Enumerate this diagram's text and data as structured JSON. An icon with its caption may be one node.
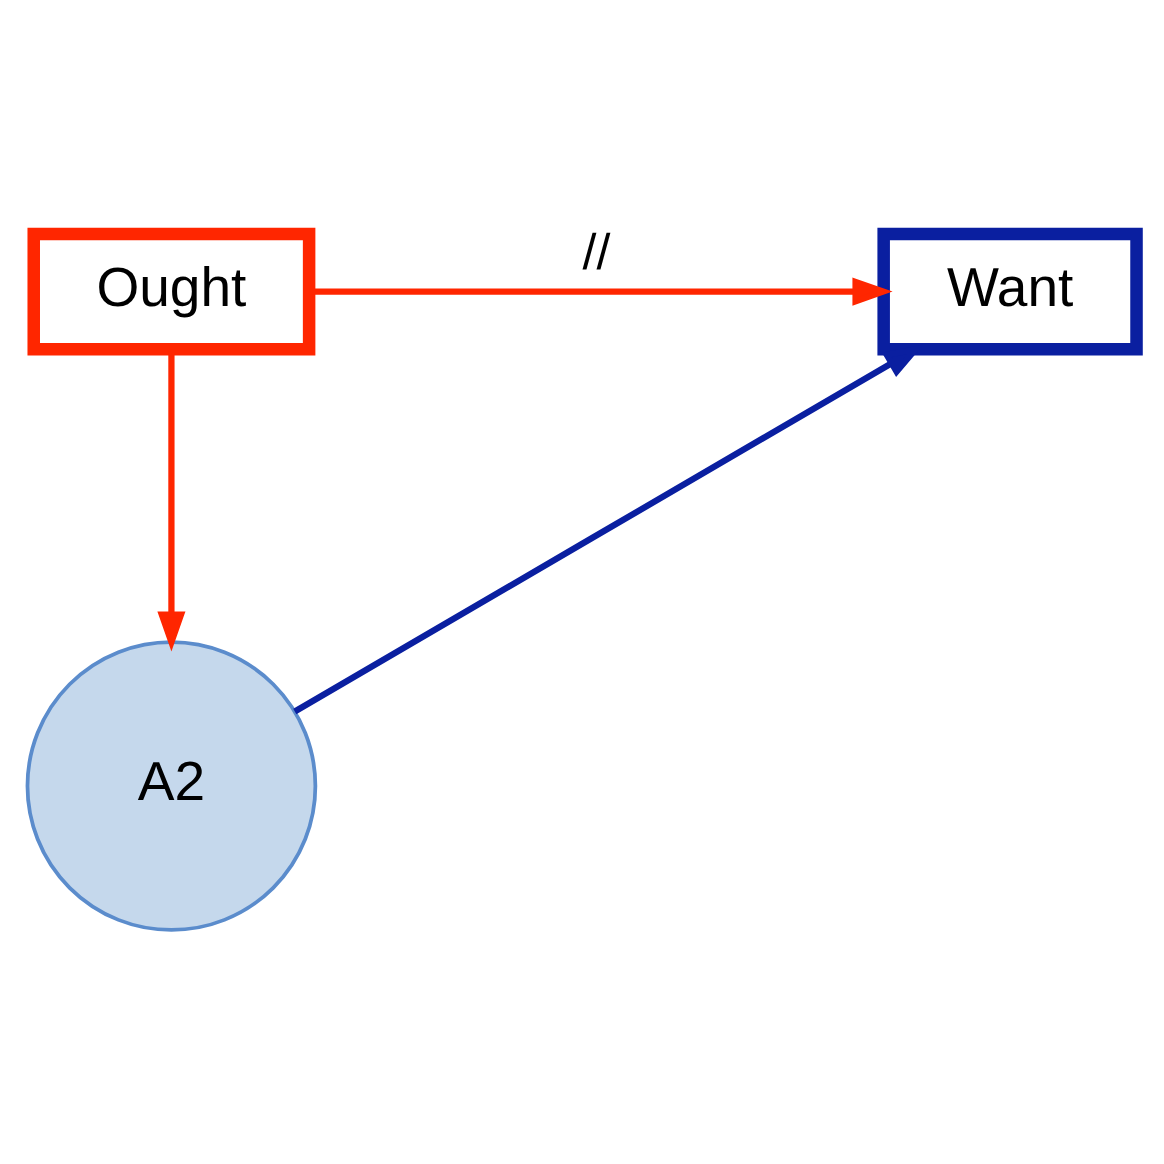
{
  "diagram": {
    "nodes": [
      {
        "text": [
          "Want"
        ]
      },
      {
        "text": [
          "Ought"
        ]
      },
      {
        "text": [
          "A2"
        ]
      }
    ],
    "edges": [
      {
        "from": 1,
        "to": 0,
        "arrow": "to",
        "label": "//",
        "color": "#ff2600"
      },
      {
        "from": 1,
        "to": 2,
        "arrow": "to",
        "color": "#ff2600"
      },
      {
        "from": 2,
        "to": 0,
        "arrow": "to",
        "color": "#0a1fa0"
      }
    ]
  }
}
